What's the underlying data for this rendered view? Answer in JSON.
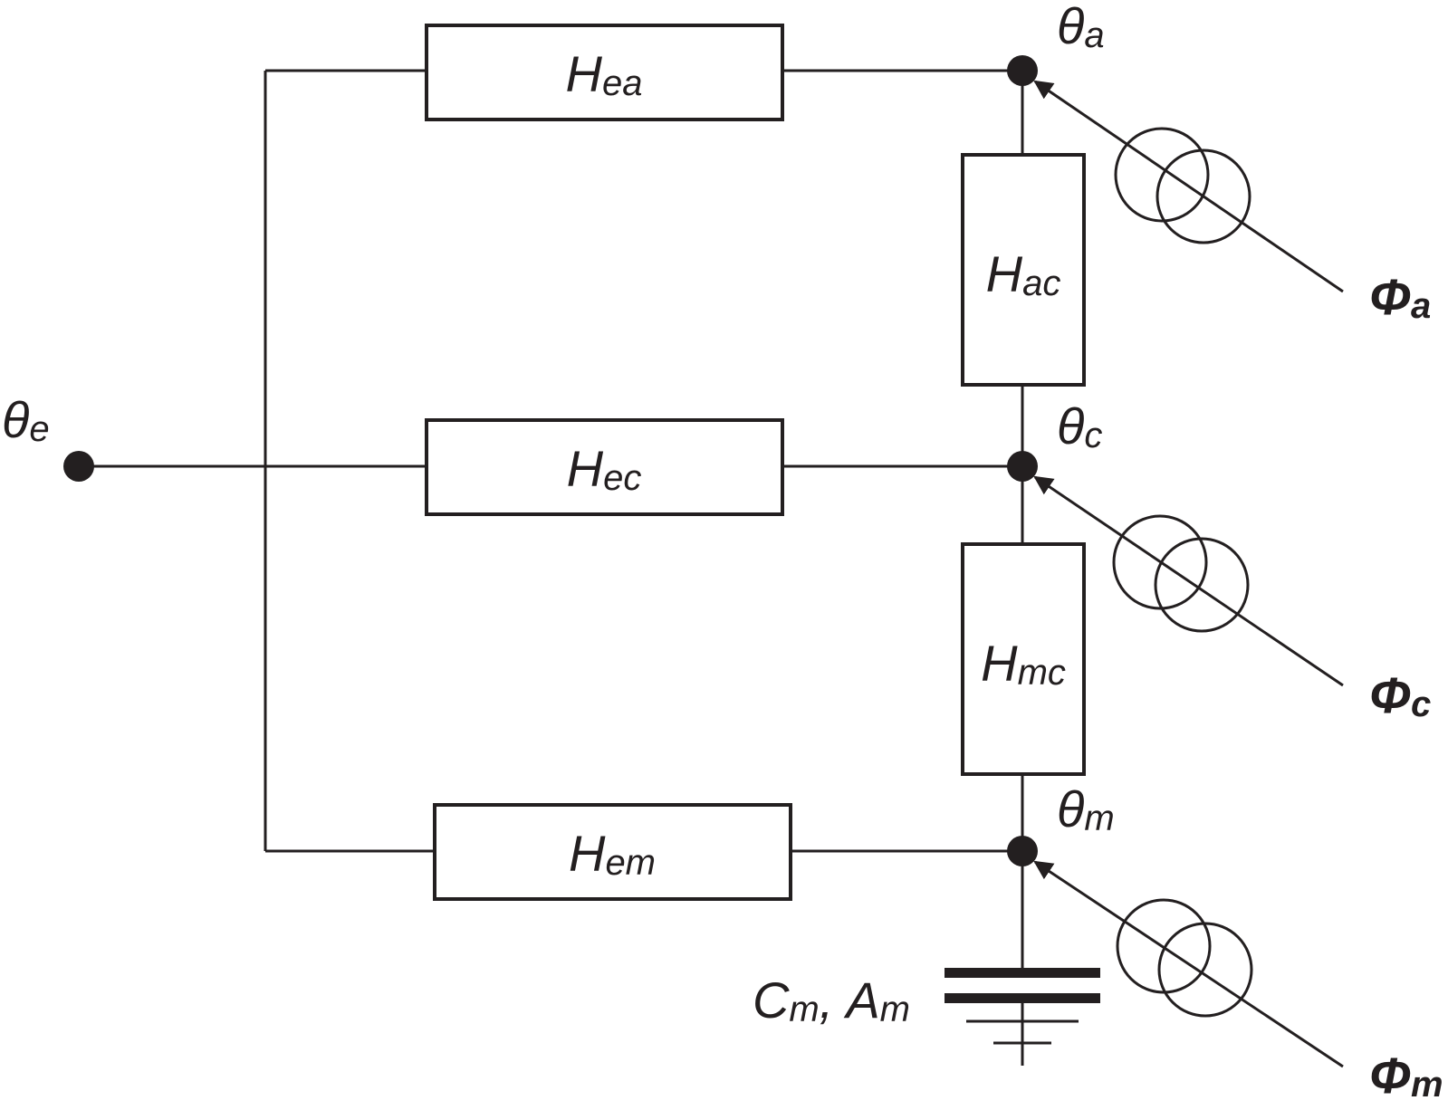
{
  "diagram": {
    "colors": {
      "ink": "#231f20",
      "background": "#ffffff"
    },
    "resistors": [
      {
        "id": "Hea",
        "main": "H",
        "sub": "ea"
      },
      {
        "id": "Hec",
        "main": "H",
        "sub": "ec"
      },
      {
        "id": "Hem",
        "main": "H",
        "sub": "em"
      },
      {
        "id": "Hac",
        "main": "H",
        "sub": "ac"
      },
      {
        "id": "Hmc",
        "main": "H",
        "sub": "mc"
      }
    ],
    "nodes": [
      {
        "id": "theta_e",
        "main": "θ",
        "sub": "e"
      },
      {
        "id": "theta_a",
        "main": "θ",
        "sub": "a"
      },
      {
        "id": "theta_c",
        "main": "θ",
        "sub": "c"
      },
      {
        "id": "theta_m",
        "main": "θ",
        "sub": "m"
      }
    ],
    "sources": [
      {
        "id": "phi_a",
        "main": "Φ",
        "sub": "a"
      },
      {
        "id": "phi_c",
        "main": "Φ",
        "sub": "c"
      },
      {
        "id": "phi_m",
        "main": "Φ",
        "sub": "m"
      }
    ],
    "capacitor": {
      "label_c_main": "C",
      "label_c_sub": "m",
      "separator": ",",
      "label_a_main": "A",
      "label_a_sub": "m"
    }
  }
}
